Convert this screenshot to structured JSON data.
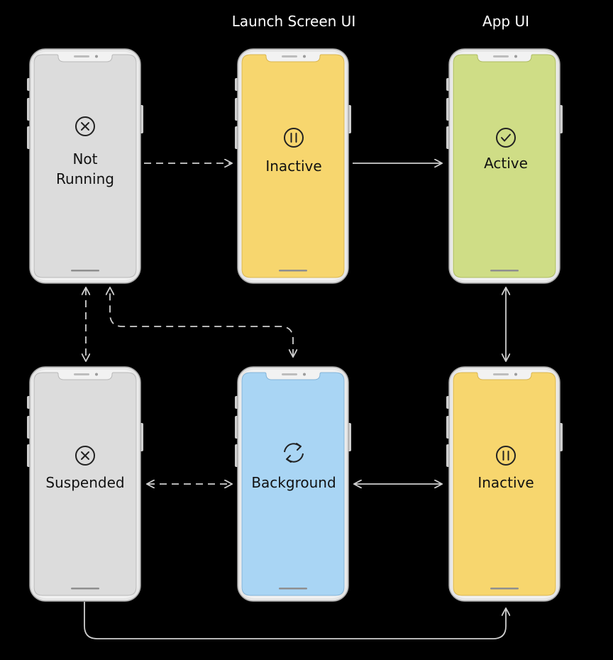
{
  "headers": {
    "launch_screen": "Launch Screen UI",
    "app_ui": "App UI"
  },
  "colors": {
    "background": "#000000",
    "not_running": "#dcdcdc",
    "suspended": "#dcdcdc",
    "inactive": "#f7d66e",
    "active": "#cfdd86",
    "background_state": "#a9d5f4",
    "phone_frame": "#e6e6e6",
    "arrow": "#cfcfcf"
  },
  "states": {
    "not_running": {
      "label_line1": "Not",
      "label_line2": "Running",
      "icon": "x-circle-icon"
    },
    "inactive_launch": {
      "label": "Inactive",
      "icon": "pause-circle-icon"
    },
    "active": {
      "label": "Active",
      "icon": "check-circle-icon"
    },
    "suspended": {
      "label": "Suspended",
      "icon": "x-circle-icon"
    },
    "background": {
      "label": "Background",
      "icon": "refresh-arrows-icon"
    },
    "inactive_app": {
      "label": "Inactive",
      "icon": "pause-circle-icon"
    }
  }
}
